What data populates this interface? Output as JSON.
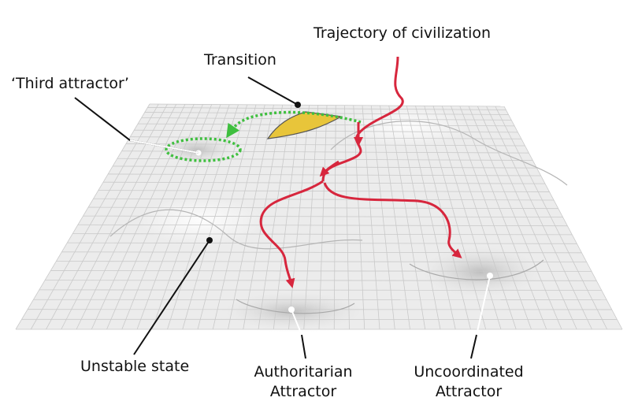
{
  "labels": {
    "trajectory": "Trajectory of civilization",
    "transition": "Transition",
    "third_attractor": "‘Third attractor’",
    "unstable_state": "Unstable state",
    "authoritarian": [
      "Authoritarian",
      "Attractor"
    ],
    "uncoordinated": [
      "Uncoordinated",
      "Attractor"
    ]
  },
  "colors": {
    "trajectory": "#d7263d",
    "transition_region": "#e8c53a",
    "third_attractor_path": "#3fbf3f",
    "surface_grid": "#c9c9c9",
    "leader_line": "#111111"
  }
}
